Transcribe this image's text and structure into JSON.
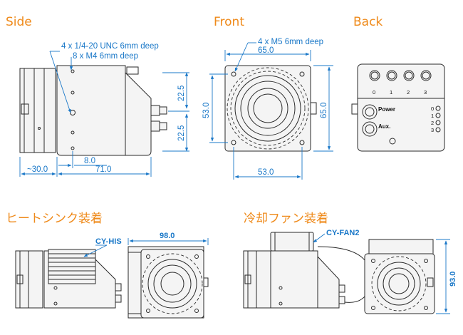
{
  "titles": {
    "side": "Side",
    "front": "Front",
    "back": "Back",
    "heatsink": "ヒートシンク装着",
    "fan": "冷却ファン装着"
  },
  "side": {
    "note_1": "4 x 1/4-20 UNC  6mm deep",
    "note_2": "8 x M4  6mm deep",
    "dim_22_5_top": "22.5",
    "dim_22_5_bottom": "22.5",
    "dim_8": "8.0",
    "dim_30": "~30.0",
    "dim_71": "71.0"
  },
  "front": {
    "note": "4 x M5  6mm deep",
    "dim_65_top": "65.0",
    "dim_53_left": "53.0",
    "dim_65_right": "65.0",
    "dim_53_bottom": "53.0"
  },
  "back": {
    "port_numbers": [
      "0",
      "1",
      "2",
      "3"
    ],
    "power_label": "Power",
    "aux_label": "Aux.",
    "led_numbers": [
      "0",
      "1",
      "2",
      "3"
    ]
  },
  "heatsink": {
    "model": "CY-HIS",
    "dim_98": "98.0"
  },
  "fan": {
    "model": "CY-FAN2",
    "dim_93": "93.0"
  }
}
